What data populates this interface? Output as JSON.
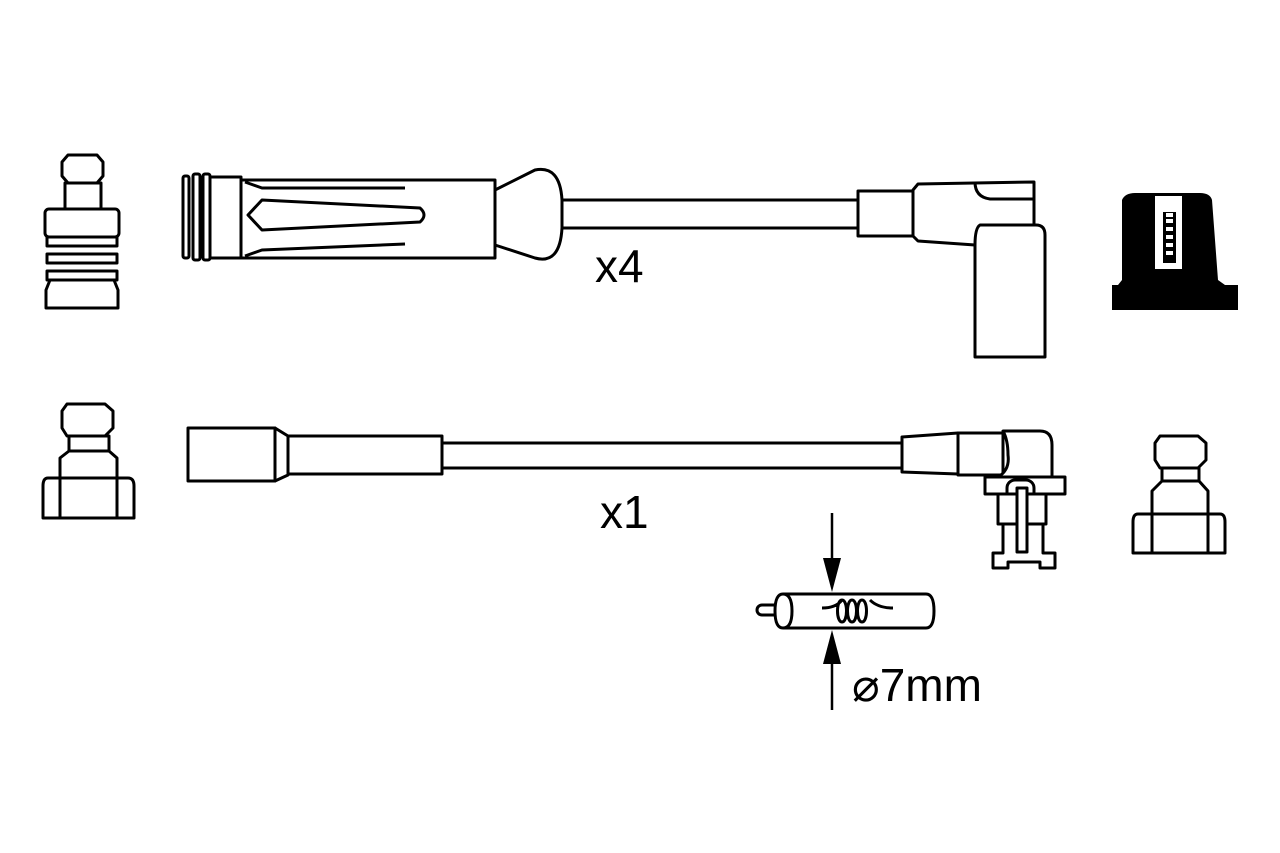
{
  "labels": {
    "top_quantity": "x4",
    "bottom_quantity": "x1",
    "cable_diameter": "7mm",
    "diameter_symbol": "⌀"
  },
  "colors": {
    "line": "#000000",
    "background": "#ffffff"
  }
}
